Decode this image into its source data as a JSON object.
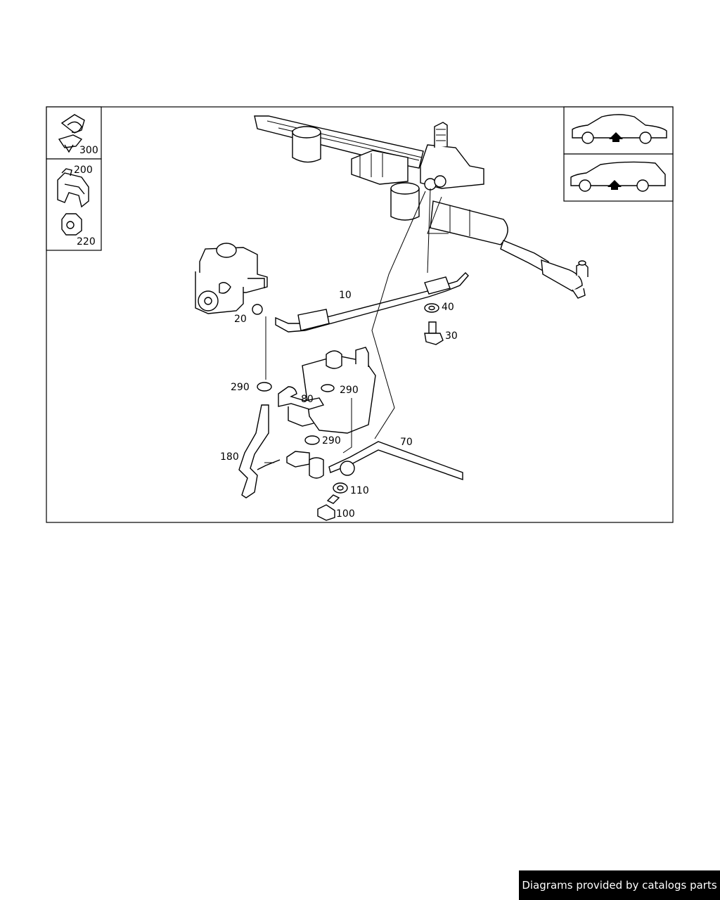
{
  "callouts": {
    "c10": "10",
    "c20": "20",
    "c30": "30",
    "c40": "40",
    "c70": "70",
    "c80": "80",
    "c100": "100",
    "c110": "110",
    "c180": "180",
    "c200": "200",
    "c220": "220",
    "c290a": "290",
    "c290b": "290",
    "c290c": "290",
    "c300": "300"
  },
  "footer": {
    "text": "Diagrams provided by catalogs parts"
  },
  "colors": {
    "background": "#ffffff",
    "line": "#000000",
    "footer_bg": "#000000",
    "footer_text": "#ffffff"
  }
}
